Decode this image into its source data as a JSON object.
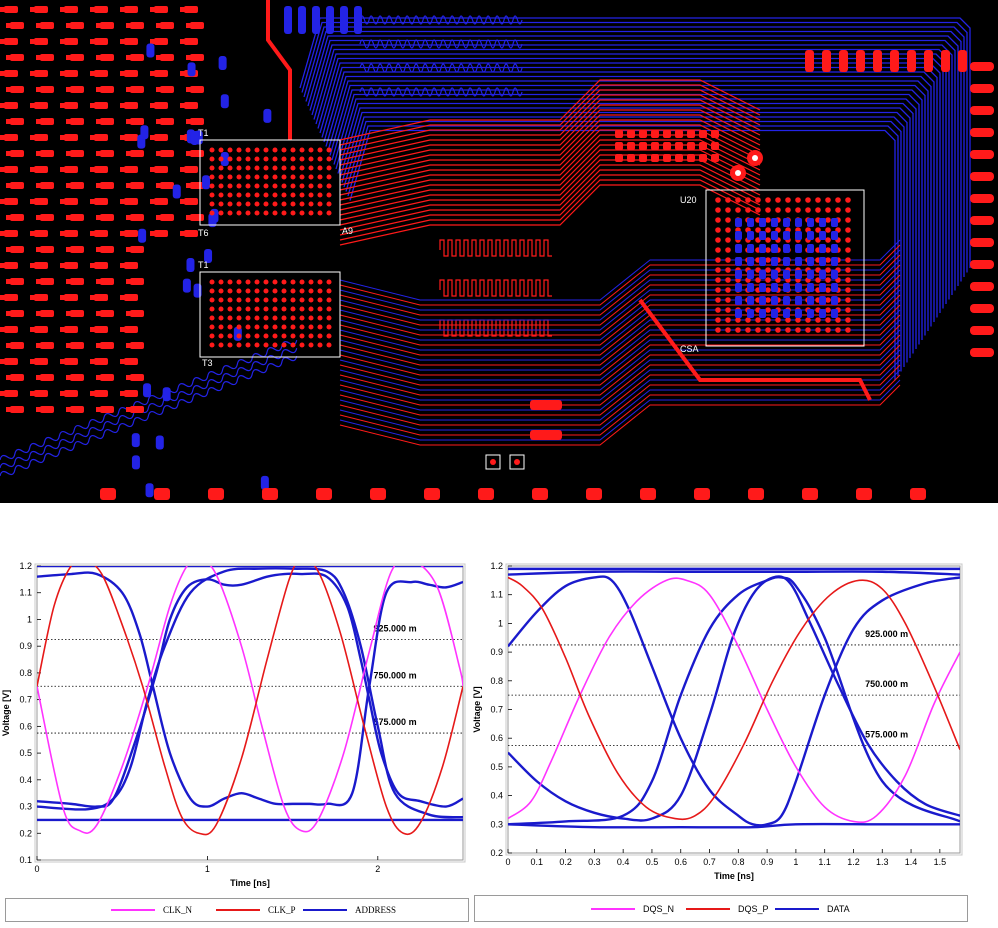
{
  "pcb": {
    "labels": {
      "u1_pin": "A9",
      "u1_ref_top": "T1",
      "u1_ref_bottom": "T6",
      "u2_ref_top": "T1",
      "u2_ref_bottom": "T3",
      "u3_ref": "U20",
      "u3_pin": "CSA"
    },
    "colors": {
      "top_layer": "#ff1a1a",
      "bottom_layer": "#2323e6",
      "silkscreen": "#ffffff",
      "background": "#000000"
    }
  },
  "chart_data": [
    {
      "type": "line",
      "xlabel": "Time [ns]",
      "ylabel": "Voltage [V]",
      "xlim": [
        0,
        2.5
      ],
      "ylim": [
        0.1,
        1.2
      ],
      "xticks": [
        0,
        1,
        2
      ],
      "xtick_labels": [
        "0",
        "1",
        "2"
      ],
      "yticks": [
        0.1,
        0.2,
        0.3,
        0.4,
        0.5,
        0.6,
        0.7,
        0.8,
        0.9,
        1,
        1.1,
        1.2
      ],
      "ytick_labels": [
        "0.1",
        "0.2",
        "0.3",
        "0.4",
        "0.5",
        "0.6",
        "0.7",
        "0.8",
        "0.9",
        "1",
        "1.1",
        "1.2"
      ],
      "thresholds": [
        {
          "value": 0.925,
          "label": "925.000 m"
        },
        {
          "value": 0.75,
          "label": "750.000 m"
        },
        {
          "value": 0.575,
          "label": "575.000 m"
        }
      ],
      "series": [
        {
          "name": "CLK_N",
          "color": "#ff33ff",
          "x": [
            0,
            0.15,
            0.25,
            0.35,
            0.5,
            0.65,
            0.78,
            0.88,
            0.95,
            1.05,
            1.2,
            1.32,
            1.45,
            1.55,
            1.65,
            1.8,
            1.95,
            2.08,
            2.2,
            2.35,
            2.48,
            2.5
          ],
          "values": [
            0.75,
            0.3,
            0.21,
            0.23,
            0.45,
            0.75,
            1.05,
            1.2,
            1.22,
            1.17,
            0.9,
            0.6,
            0.3,
            0.21,
            0.25,
            0.5,
            0.88,
            1.18,
            1.22,
            1.12,
            0.82,
            0.75
          ]
        },
        {
          "name": "CLK_P",
          "color": "#e61919",
          "x": [
            0,
            0.1,
            0.2,
            0.28,
            0.38,
            0.5,
            0.62,
            0.75,
            0.85,
            0.95,
            1.05,
            1.2,
            1.35,
            1.48,
            1.55,
            1.65,
            1.78,
            1.92,
            2.05,
            2.15,
            2.25,
            2.38,
            2.5
          ],
          "values": [
            0.75,
            1.05,
            1.2,
            1.22,
            1.17,
            0.98,
            0.75,
            0.45,
            0.26,
            0.2,
            0.23,
            0.48,
            0.85,
            1.15,
            1.22,
            1.18,
            0.95,
            0.6,
            0.3,
            0.2,
            0.24,
            0.45,
            0.75
          ]
        },
        {
          "name": "ADDRESS",
          "color": "#1a1acc",
          "lines": [
            {
              "x": [
                0,
                2.5
              ],
              "values": [
                1.2,
                1.2
              ]
            },
            {
              "x": [
                0,
                2.5
              ],
              "values": [
                0.25,
                0.25
              ]
            },
            {
              "x": [
                0,
                0.2,
                0.35,
                0.5,
                0.6,
                0.68,
                0.78,
                0.9,
                1.0,
                1.1,
                1.2,
                1.3,
                1.4,
                1.5,
                1.6,
                1.7,
                1.85,
                1.95,
                2.05,
                2.2,
                2.3,
                2.4,
                2.5
              ],
              "values": [
                1.16,
                1.17,
                1.17,
                1.1,
                0.95,
                0.75,
                0.5,
                0.33,
                0.3,
                0.33,
                0.35,
                0.33,
                0.31,
                0.31,
                0.31,
                0.31,
                0.35,
                0.75,
                1.1,
                1.14,
                1.13,
                1.12,
                1.14
              ]
            },
            {
              "x": [
                0,
                0.2,
                0.35,
                0.45,
                0.58,
                0.7,
                0.78,
                0.88,
                1.0,
                1.1,
                1.2,
                1.35,
                1.45,
                1.55,
                1.7,
                1.82,
                1.9,
                1.95,
                2.02,
                2.12,
                2.25,
                2.4,
                2.5
              ],
              "values": [
                0.32,
                0.31,
                0.3,
                0.33,
                0.55,
                0.8,
                1.0,
                1.12,
                1.15,
                1.13,
                1.13,
                1.16,
                1.17,
                1.17,
                1.16,
                1.05,
                0.85,
                0.7,
                0.5,
                0.35,
                0.32,
                0.3,
                0.33
              ]
            },
            {
              "x": [
                0,
                0.3,
                0.45,
                0.55,
                0.65,
                0.75,
                0.9,
                1.1,
                1.3,
                1.5,
                1.7,
                1.8,
                1.9,
                2.0,
                2.1,
                2.3,
                2.5
              ],
              "values": [
                0.3,
                0.29,
                0.33,
                0.45,
                0.7,
                0.9,
                1.1,
                1.18,
                1.19,
                1.19,
                1.18,
                1.1,
                0.9,
                0.6,
                0.35,
                0.27,
                0.26
              ]
            }
          ]
        }
      ],
      "legend": [
        "CLK_N",
        "CLK_P",
        "ADDRESS"
      ],
      "legend_position": "bottom"
    },
    {
      "type": "line",
      "xlabel": "Time [ns]",
      "ylabel": "Voltage [V]",
      "xlim": [
        0,
        1.57
      ],
      "ylim": [
        0.2,
        1.2
      ],
      "xticks": [
        0,
        0.1,
        0.2,
        0.3,
        0.4,
        0.5,
        0.6,
        0.7,
        0.8,
        0.9,
        1,
        1.1,
        1.2,
        1.3,
        1.4,
        1.5
      ],
      "xtick_labels": [
        "0",
        "0.1",
        "0.2",
        "0.3",
        "0.4",
        "0.5",
        "0.6",
        "0.7",
        "0.8",
        "0.9",
        "1",
        "1.1",
        "1.2",
        "1.3",
        "1.4",
        "1.5"
      ],
      "yticks": [
        0.2,
        0.3,
        0.4,
        0.5,
        0.6,
        0.7,
        0.8,
        0.9,
        1,
        1.1,
        1.2
      ],
      "ytick_labels": [
        "0.2",
        "0.3",
        "0.4",
        "0.5",
        "0.6",
        "0.7",
        "0.8",
        "0.9",
        "1",
        "1.1",
        "1.2"
      ],
      "thresholds": [
        {
          "value": 0.925,
          "label": "925.000 m"
        },
        {
          "value": 0.75,
          "label": "750.000 m"
        },
        {
          "value": 0.575,
          "label": "575.000 m"
        }
      ],
      "series": [
        {
          "name": "DQS_N",
          "color": "#ff33ff",
          "x": [
            0,
            0.08,
            0.15,
            0.25,
            0.35,
            0.45,
            0.55,
            0.62,
            0.7,
            0.8,
            0.9,
            1.0,
            1.1,
            1.2,
            1.28,
            1.38,
            1.48,
            1.57
          ],
          "values": [
            0.32,
            0.38,
            0.52,
            0.75,
            0.95,
            1.08,
            1.15,
            1.15,
            1.1,
            0.92,
            0.7,
            0.5,
            0.36,
            0.31,
            0.33,
            0.47,
            0.72,
            0.9
          ]
        },
        {
          "name": "DQS_P",
          "color": "#e61919",
          "x": [
            0,
            0.05,
            0.12,
            0.2,
            0.28,
            0.38,
            0.48,
            0.58,
            0.65,
            0.72,
            0.82,
            0.92,
            1.02,
            1.12,
            1.22,
            1.3,
            1.38,
            1.48,
            1.57
          ],
          "values": [
            1.16,
            1.13,
            1.05,
            0.88,
            0.68,
            0.48,
            0.36,
            0.32,
            0.33,
            0.4,
            0.58,
            0.8,
            0.98,
            1.1,
            1.15,
            1.12,
            1.0,
            0.78,
            0.56
          ]
        },
        {
          "name": "DATA",
          "color": "#1a1acc",
          "lines": [
            {
              "x": [
                0,
                1.57
              ],
              "values": [
                1.19,
                1.19
              ]
            },
            {
              "x": [
                0,
                0.3,
                0.6,
                0.8,
                1.0,
                1.3,
                1.57
              ],
              "values": [
                1.17,
                1.18,
                1.18,
                1.18,
                1.18,
                1.18,
                1.17
              ]
            },
            {
              "x": [
                0,
                0.3,
                0.6,
                0.85,
                1.0,
                1.3,
                1.57
              ],
              "values": [
                0.3,
                0.29,
                0.29,
                0.29,
                0.3,
                0.3,
                0.3
              ]
            },
            {
              "x": [
                0,
                0.1,
                0.2,
                0.3,
                0.36,
                0.42,
                0.5,
                0.6,
                0.7,
                0.8,
                0.85,
                0.9,
                0.95,
                1.0,
                1.1,
                1.2,
                1.3,
                1.45,
                1.57
              ],
              "values": [
                0.92,
                1.04,
                1.13,
                1.16,
                1.15,
                1.05,
                0.85,
                0.6,
                0.42,
                0.33,
                0.3,
                0.3,
                0.33,
                0.45,
                0.75,
                0.98,
                1.08,
                1.14,
                1.16
              ]
            },
            {
              "x": [
                0,
                0.1,
                0.2,
                0.3,
                0.4,
                0.5,
                0.6,
                0.7,
                0.78,
                0.85,
                0.92,
                0.98,
                1.05,
                1.15,
                1.25,
                1.35,
                1.45,
                1.57
              ],
              "values": [
                0.55,
                0.45,
                0.38,
                0.34,
                0.32,
                0.32,
                0.4,
                0.68,
                0.95,
                1.1,
                1.16,
                1.14,
                1.0,
                0.78,
                0.58,
                0.45,
                0.37,
                0.33
              ]
            },
            {
              "x": [
                0,
                0.2,
                0.4,
                0.5,
                0.6,
                0.7,
                0.8,
                0.9,
                0.95,
                1.0,
                1.1,
                1.3,
                1.57
              ],
              "values": [
                0.3,
                0.31,
                0.33,
                0.45,
                0.75,
                0.98,
                1.1,
                1.15,
                1.16,
                1.13,
                0.95,
                0.45,
                0.31
              ]
            }
          ]
        }
      ],
      "legend": [
        "DQS_N",
        "DQS_P",
        "DATA"
      ],
      "legend_position": "bottom"
    }
  ]
}
